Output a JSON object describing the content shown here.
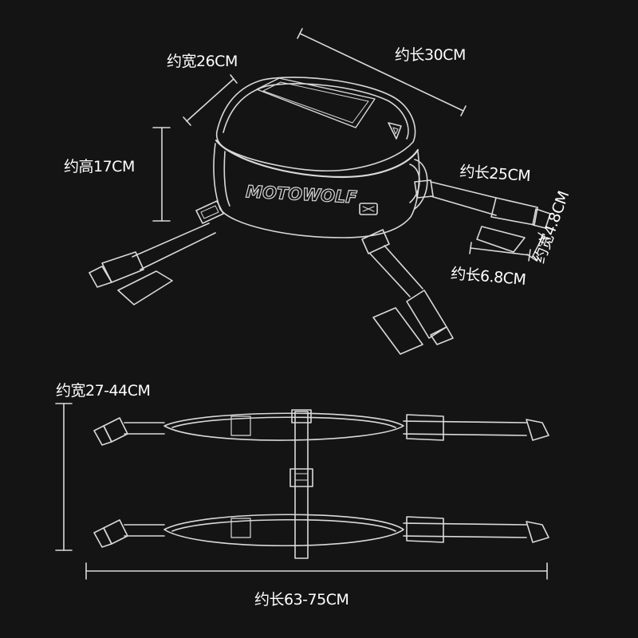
{
  "brand": "MOTOWOLF",
  "colors": {
    "background": "#141414",
    "line": "#d9d9d9",
    "text": "#ffffff"
  },
  "labels": {
    "bag_width": "约宽26CM",
    "bag_length": "约长30CM",
    "bag_height": "约高17CM",
    "strap_length": "约长25CM",
    "pad_width": "约宽4.8CM",
    "pad_length": "约长6.8CM",
    "harness_width": "约宽27-44CM",
    "harness_length": "约长63-75CM"
  }
}
